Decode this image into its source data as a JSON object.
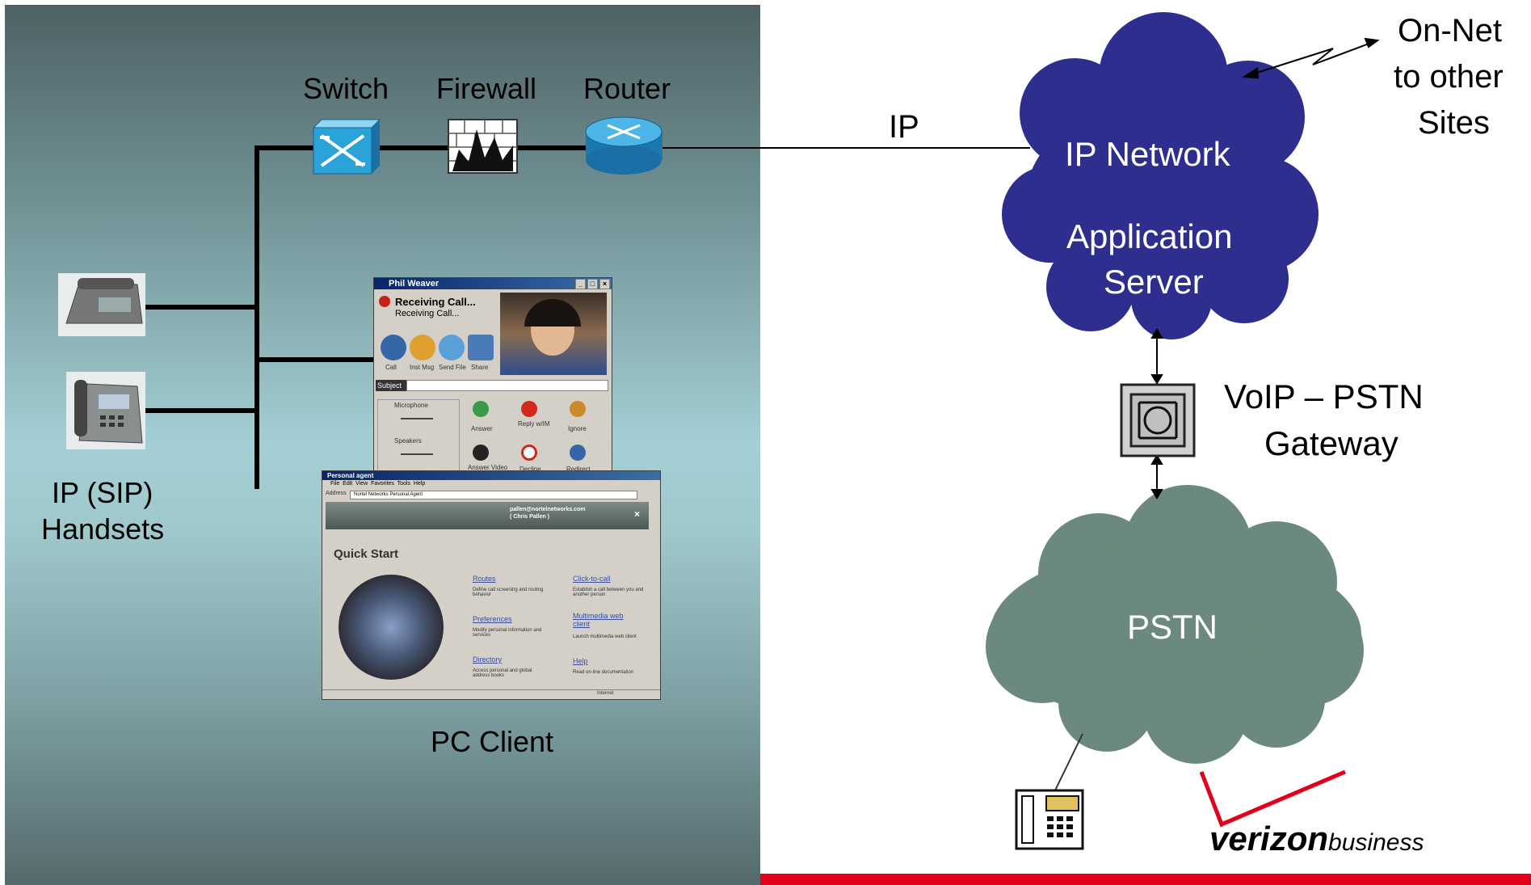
{
  "labels": {
    "switch": "Switch",
    "firewall": "Firewall",
    "router": "Router",
    "ip_link": "IP",
    "handsets_line1": "IP (SIP)",
    "handsets_line2": "Handsets",
    "pc_client": "PC Client",
    "on_net_line1": "On-Net",
    "on_net_line2": "to other",
    "on_net_line3": "Sites",
    "ip_network": "IP Network",
    "app_server_line1": "Application",
    "app_server_line2": "Server",
    "gateway_line1": "VoIP – PSTN",
    "gateway_line2": "Gateway",
    "pstn": "PSTN"
  },
  "brand": {
    "verizon_word": "verizon",
    "business_word": "business",
    "check_color": "#e3001b"
  },
  "phone_window": {
    "title": "Phil Weaver",
    "status_main": "Receiving Call...",
    "status_sub": "Receiving Call...",
    "toolbar": [
      "Call",
      "Inst Msg",
      "Send File",
      "Share"
    ],
    "subject_label": "Subject",
    "microphone": "Microphone",
    "speakers": "Speakers",
    "actions": [
      "Answer",
      "Reply w/IM",
      "Ignore",
      "Answer Video",
      "Decline",
      "Redirect"
    ]
  },
  "agent_window": {
    "title": "Personal agent",
    "menu": [
      "File",
      "Edit",
      "View",
      "Favorites",
      "Tools",
      "Help"
    ],
    "address_label": "Address",
    "address_value": "Nortel Networks Personal Agent",
    "user_email": "pallen@nortelnetworks.com",
    "user_name": "( Chris Pallen )",
    "heading": "Quick Start",
    "links": [
      {
        "title": "Routes",
        "desc": "Define call screening and routing behavior"
      },
      {
        "title": "Click-to-call",
        "desc": "Establish a call between you and another person"
      },
      {
        "title": "Preferences",
        "desc": "Modify personal information and services"
      },
      {
        "title": "Multimedia web client",
        "desc": "Launch multimedia web client"
      },
      {
        "title": "Directory",
        "desc": "Access personal and global address books"
      },
      {
        "title": "Help",
        "desc": "Read on-line documentation"
      }
    ],
    "status_zone": "Internet"
  },
  "colors": {
    "ip_cloud": "#2e2e8f",
    "pstn_cloud": "#6b8a7d",
    "accent_red": "#e3001b"
  }
}
